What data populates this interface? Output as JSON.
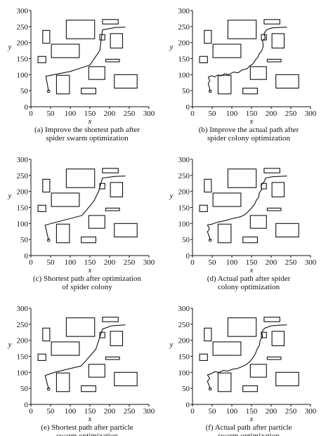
{
  "colors": {
    "ink": "#111111",
    "paper": "#ffffff"
  },
  "chart_data": [
    {
      "type": "path-planning-map",
      "caption": [
        "(a) Improve the shortest path after",
        "spider swarm optimization"
      ],
      "xlabel": "x",
      "ylabel": "y",
      "xlim": [
        0,
        300
      ],
      "ylim": [
        0,
        300
      ],
      "xticks": [
        0,
        50,
        100,
        150,
        200,
        250,
        300
      ],
      "yticks": [
        0,
        50,
        100,
        150,
        200,
        250,
        300
      ],
      "obstacles": [
        {
          "x0": 30,
          "y0": 198,
          "x1": 48,
          "y1": 238
        },
        {
          "x0": 90,
          "y0": 212,
          "x1": 162,
          "y1": 270
        },
        {
          "x0": 52,
          "y0": 153,
          "x1": 123,
          "y1": 195
        },
        {
          "x0": 18,
          "y0": 137,
          "x1": 38,
          "y1": 157
        },
        {
          "x0": 182,
          "y0": 258,
          "x1": 222,
          "y1": 272
        },
        {
          "x0": 175,
          "y0": 208,
          "x1": 188,
          "y1": 225
        },
        {
          "x0": 202,
          "y0": 183,
          "x1": 233,
          "y1": 228
        },
        {
          "x0": 190,
          "y0": 140,
          "x1": 225,
          "y1": 148
        },
        {
          "x0": 147,
          "y0": 85,
          "x1": 188,
          "y1": 125
        },
        {
          "x0": 65,
          "y0": 40,
          "x1": 98,
          "y1": 98
        },
        {
          "x0": 128,
          "y0": 40,
          "x1": 165,
          "y1": 58
        },
        {
          "x0": 212,
          "y0": 58,
          "x1": 270,
          "y1": 100
        }
      ],
      "path": [
        [
          45,
          48
        ],
        [
          38,
          95
        ],
        [
          100,
          110
        ],
        [
          150,
          130
        ],
        [
          175,
          175
        ],
        [
          182,
          240
        ],
        [
          215,
          247
        ],
        [
          240,
          248
        ]
      ]
    },
    {
      "type": "path-planning-map",
      "caption": [
        "(b) Improve the actual path after",
        "spider colony optimization"
      ],
      "xlabel": "x",
      "ylabel": "y",
      "xlim": [
        0,
        300
      ],
      "ylim": [
        0,
        300
      ],
      "xticks": [
        0,
        50,
        100,
        150,
        200,
        250,
        300
      ],
      "yticks": [
        0,
        50,
        100,
        150,
        200,
        250,
        300
      ],
      "obstacles": [
        {
          "x0": 30,
          "y0": 198,
          "x1": 48,
          "y1": 238
        },
        {
          "x0": 90,
          "y0": 212,
          "x1": 162,
          "y1": 270
        },
        {
          "x0": 52,
          "y0": 153,
          "x1": 123,
          "y1": 195
        },
        {
          "x0": 18,
          "y0": 137,
          "x1": 38,
          "y1": 157
        },
        {
          "x0": 182,
          "y0": 258,
          "x1": 222,
          "y1": 272
        },
        {
          "x0": 175,
          "y0": 208,
          "x1": 188,
          "y1": 225
        },
        {
          "x0": 202,
          "y0": 183,
          "x1": 233,
          "y1": 228
        },
        {
          "x0": 190,
          "y0": 140,
          "x1": 225,
          "y1": 148
        },
        {
          "x0": 147,
          "y0": 85,
          "x1": 188,
          "y1": 125
        },
        {
          "x0": 65,
          "y0": 40,
          "x1": 98,
          "y1": 98
        },
        {
          "x0": 128,
          "y0": 40,
          "x1": 165,
          "y1": 58
        },
        {
          "x0": 212,
          "y0": 58,
          "x1": 270,
          "y1": 100
        }
      ],
      "path": [
        [
          45,
          48
        ],
        [
          43,
          60
        ],
        [
          40,
          72
        ],
        [
          44,
          82
        ],
        [
          40,
          92
        ],
        [
          48,
          97
        ],
        [
          56,
          93
        ],
        [
          64,
          99
        ],
        [
          72,
          96
        ],
        [
          82,
          103
        ],
        [
          92,
          100
        ],
        [
          104,
          108
        ],
        [
          116,
          106
        ],
        [
          126,
          115
        ],
        [
          138,
          118
        ],
        [
          146,
          128
        ],
        [
          154,
          134
        ],
        [
          160,
          146
        ],
        [
          166,
          154
        ],
        [
          170,
          166
        ],
        [
          176,
          174
        ],
        [
          180,
          190
        ],
        [
          178,
          206
        ],
        [
          185,
          214
        ],
        [
          182,
          228
        ],
        [
          188,
          240
        ],
        [
          202,
          246
        ],
        [
          218,
          247
        ],
        [
          240,
          248
        ]
      ]
    },
    {
      "type": "path-planning-map",
      "caption": [
        "(c) Shortest path after optimization",
        "of spider colony"
      ],
      "xlabel": "x",
      "ylabel": "y",
      "xlim": [
        0,
        300
      ],
      "ylim": [
        0,
        300
      ],
      "xticks": [
        0,
        50,
        100,
        150,
        200,
        250,
        300
      ],
      "yticks": [
        0,
        50,
        100,
        150,
        200,
        250,
        300
      ],
      "obstacles": [
        {
          "x0": 30,
          "y0": 198,
          "x1": 48,
          "y1": 238
        },
        {
          "x0": 90,
          "y0": 212,
          "x1": 162,
          "y1": 270
        },
        {
          "x0": 52,
          "y0": 153,
          "x1": 123,
          "y1": 195
        },
        {
          "x0": 18,
          "y0": 137,
          "x1": 38,
          "y1": 157
        },
        {
          "x0": 182,
          "y0": 258,
          "x1": 222,
          "y1": 272
        },
        {
          "x0": 175,
          "y0": 208,
          "x1": 188,
          "y1": 225
        },
        {
          "x0": 202,
          "y0": 183,
          "x1": 233,
          "y1": 228
        },
        {
          "x0": 190,
          "y0": 140,
          "x1": 225,
          "y1": 148
        },
        {
          "x0": 147,
          "y0": 85,
          "x1": 188,
          "y1": 125
        },
        {
          "x0": 65,
          "y0": 40,
          "x1": 98,
          "y1": 98
        },
        {
          "x0": 128,
          "y0": 40,
          "x1": 165,
          "y1": 58
        },
        {
          "x0": 212,
          "y0": 58,
          "x1": 270,
          "y1": 100
        }
      ],
      "path": [
        [
          45,
          48
        ],
        [
          36,
          95
        ],
        [
          130,
          125
        ],
        [
          160,
          170
        ],
        [
          172,
          200
        ],
        [
          182,
          242
        ],
        [
          215,
          247
        ],
        [
          240,
          248
        ]
      ]
    },
    {
      "type": "path-planning-map",
      "caption": [
        "(d) Actual path after spider",
        "colony optimization"
      ],
      "xlabel": "x",
      "ylabel": "y",
      "xlim": [
        0,
        300
      ],
      "ylim": [
        0,
        300
      ],
      "xticks": [
        0,
        50,
        100,
        150,
        200,
        250,
        300
      ],
      "yticks": [
        0,
        50,
        100,
        150,
        200,
        250,
        300
      ],
      "obstacles": [
        {
          "x0": 30,
          "y0": 198,
          "x1": 48,
          "y1": 238
        },
        {
          "x0": 90,
          "y0": 212,
          "x1": 162,
          "y1": 270
        },
        {
          "x0": 52,
          "y0": 153,
          "x1": 123,
          "y1": 195
        },
        {
          "x0": 18,
          "y0": 137,
          "x1": 38,
          "y1": 157
        },
        {
          "x0": 182,
          "y0": 258,
          "x1": 222,
          "y1": 272
        },
        {
          "x0": 175,
          "y0": 208,
          "x1": 188,
          "y1": 225
        },
        {
          "x0": 202,
          "y0": 183,
          "x1": 233,
          "y1": 228
        },
        {
          "x0": 190,
          "y0": 140,
          "x1": 225,
          "y1": 148
        },
        {
          "x0": 147,
          "y0": 85,
          "x1": 188,
          "y1": 125
        },
        {
          "x0": 65,
          "y0": 40,
          "x1": 98,
          "y1": 98
        },
        {
          "x0": 128,
          "y0": 40,
          "x1": 165,
          "y1": 58
        },
        {
          "x0": 212,
          "y0": 58,
          "x1": 270,
          "y1": 100
        }
      ],
      "path": [
        [
          45,
          48
        ],
        [
          42,
          62
        ],
        [
          38,
          74
        ],
        [
          43,
          84
        ],
        [
          38,
          95
        ],
        [
          50,
          98
        ],
        [
          60,
          103
        ],
        [
          72,
          106
        ],
        [
          86,
          110
        ],
        [
          100,
          115
        ],
        [
          112,
          118
        ],
        [
          124,
          122
        ],
        [
          134,
          128
        ],
        [
          142,
          138
        ],
        [
          150,
          148
        ],
        [
          158,
          160
        ],
        [
          162,
          172
        ],
        [
          168,
          182
        ],
        [
          170,
          196
        ],
        [
          176,
          206
        ],
        [
          174,
          218
        ],
        [
          182,
          230
        ],
        [
          186,
          242
        ],
        [
          204,
          246
        ],
        [
          222,
          247
        ],
        [
          240,
          248
        ]
      ]
    },
    {
      "type": "path-planning-map",
      "caption": [
        "(e) Shortest path after particle",
        "swarm optimization"
      ],
      "xlabel": "x",
      "ylabel": "y",
      "xlim": [
        0,
        300
      ],
      "ylim": [
        0,
        300
      ],
      "xticks": [
        0,
        50,
        100,
        150,
        200,
        250,
        300
      ],
      "yticks": [
        0,
        50,
        100,
        150,
        200,
        250,
        300
      ],
      "obstacles": [
        {
          "x0": 30,
          "y0": 198,
          "x1": 48,
          "y1": 238
        },
        {
          "x0": 90,
          "y0": 212,
          "x1": 162,
          "y1": 270
        },
        {
          "x0": 52,
          "y0": 153,
          "x1": 123,
          "y1": 195
        },
        {
          "x0": 18,
          "y0": 137,
          "x1": 38,
          "y1": 157
        },
        {
          "x0": 182,
          "y0": 258,
          "x1": 222,
          "y1": 272
        },
        {
          "x0": 175,
          "y0": 208,
          "x1": 188,
          "y1": 225
        },
        {
          "x0": 202,
          "y0": 183,
          "x1": 233,
          "y1": 228
        },
        {
          "x0": 190,
          "y0": 140,
          "x1": 225,
          "y1": 148
        },
        {
          "x0": 147,
          "y0": 85,
          "x1": 188,
          "y1": 125
        },
        {
          "x0": 65,
          "y0": 40,
          "x1": 98,
          "y1": 98
        },
        {
          "x0": 128,
          "y0": 40,
          "x1": 165,
          "y1": 58
        },
        {
          "x0": 212,
          "y0": 58,
          "x1": 270,
          "y1": 100
        }
      ],
      "path": [
        [
          45,
          48
        ],
        [
          36,
          90
        ],
        [
          60,
          100
        ],
        [
          128,
          120
        ],
        [
          165,
          172
        ],
        [
          172,
          198
        ],
        [
          182,
          235
        ],
        [
          205,
          245
        ],
        [
          240,
          248
        ]
      ]
    },
    {
      "type": "path-planning-map",
      "caption": [
        "(f) Actual path after particle",
        "swarm optimization"
      ],
      "xlabel": "x",
      "ylabel": "y",
      "xlim": [
        0,
        300
      ],
      "ylim": [
        0,
        300
      ],
      "xticks": [
        0,
        50,
        100,
        150,
        200,
        250,
        300
      ],
      "yticks": [
        0,
        50,
        100,
        150,
        200,
        250,
        300
      ],
      "obstacles": [
        {
          "x0": 30,
          "y0": 198,
          "x1": 48,
          "y1": 238
        },
        {
          "x0": 90,
          "y0": 212,
          "x1": 162,
          "y1": 270
        },
        {
          "x0": 52,
          "y0": 153,
          "x1": 123,
          "y1": 195
        },
        {
          "x0": 18,
          "y0": 137,
          "x1": 38,
          "y1": 157
        },
        {
          "x0": 182,
          "y0": 258,
          "x1": 222,
          "y1": 272
        },
        {
          "x0": 175,
          "y0": 208,
          "x1": 188,
          "y1": 225
        },
        {
          "x0": 202,
          "y0": 183,
          "x1": 233,
          "y1": 228
        },
        {
          "x0": 190,
          "y0": 140,
          "x1": 225,
          "y1": 148
        },
        {
          "x0": 147,
          "y0": 85,
          "x1": 188,
          "y1": 125
        },
        {
          "x0": 65,
          "y0": 40,
          "x1": 98,
          "y1": 98
        },
        {
          "x0": 128,
          "y0": 40,
          "x1": 165,
          "y1": 58
        },
        {
          "x0": 212,
          "y0": 58,
          "x1": 270,
          "y1": 100
        }
      ],
      "path": [
        [
          45,
          48
        ],
        [
          42,
          60
        ],
        [
          38,
          72
        ],
        [
          44,
          82
        ],
        [
          38,
          92
        ],
        [
          48,
          96
        ],
        [
          56,
          102
        ],
        [
          68,
          100
        ],
        [
          78,
          106
        ],
        [
          90,
          104
        ],
        [
          102,
          110
        ],
        [
          114,
          112
        ],
        [
          126,
          118
        ],
        [
          136,
          124
        ],
        [
          146,
          134
        ],
        [
          154,
          146
        ],
        [
          160,
          158
        ],
        [
          164,
          172
        ],
        [
          170,
          184
        ],
        [
          172,
          200
        ],
        [
          178,
          212
        ],
        [
          176,
          226
        ],
        [
          184,
          238
        ],
        [
          200,
          245
        ],
        [
          220,
          247
        ],
        [
          240,
          248
        ]
      ]
    }
  ]
}
